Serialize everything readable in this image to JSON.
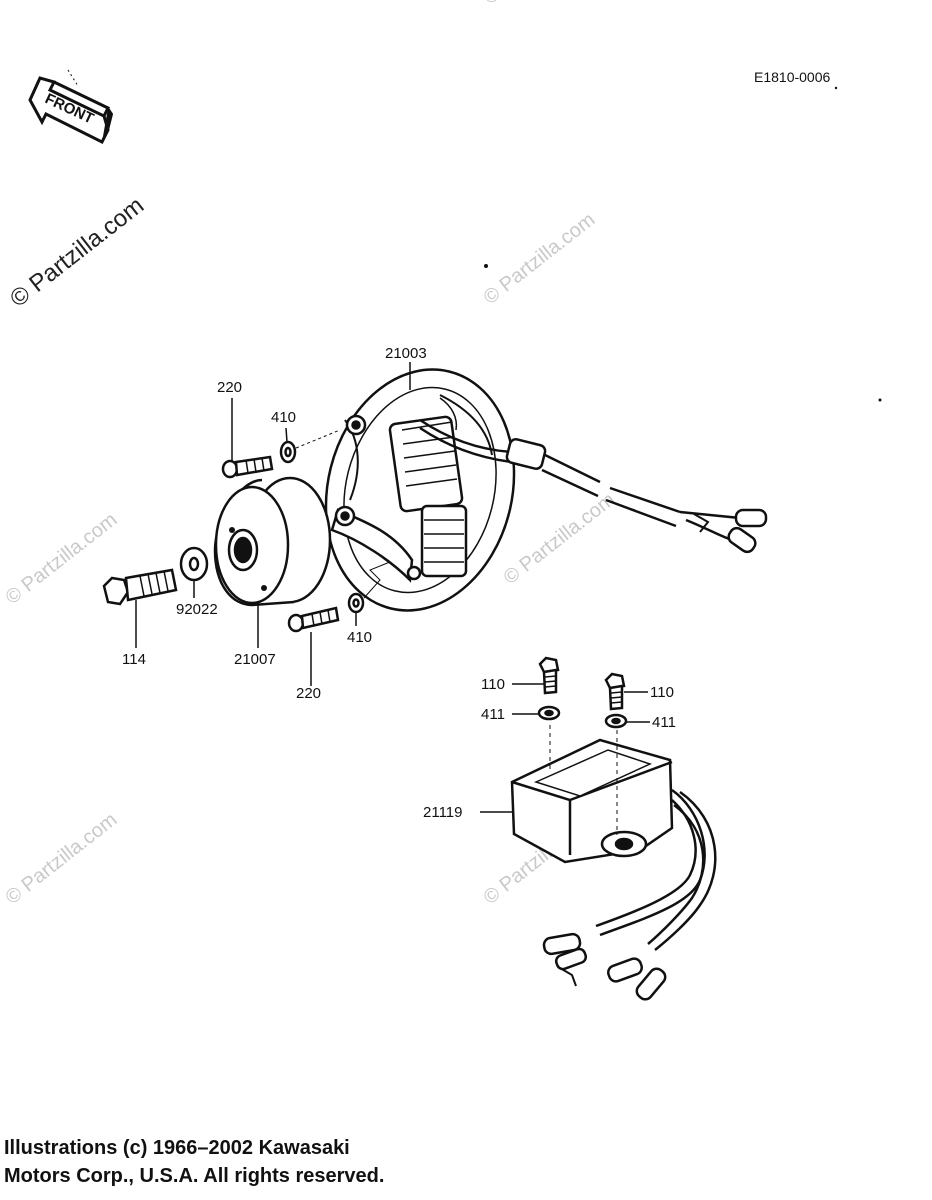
{
  "diagram_code": "E1810-0006",
  "front_badge": "FRONT",
  "watermark": "© Partzilla.com",
  "footer": {
    "line1": "Illustrations (c) 1966–2002 Kawasaki",
    "line2": "Motors Corp., U.S.A.  All rights reserved."
  },
  "parts": {
    "stator": "21003",
    "rotor": "21007",
    "rotor_bolt": "114",
    "rotor_washer": "92022",
    "screw_upper": "220",
    "screw_lower": "220",
    "washer_upper": "410",
    "washer_lower": "410",
    "bolt_left": "110",
    "bolt_right": "110",
    "washer_left": "411",
    "washer_right": "411",
    "cdi_unit": "21119"
  },
  "colors": {
    "ink": "#111111",
    "watermark": "#c9c9c9"
  }
}
